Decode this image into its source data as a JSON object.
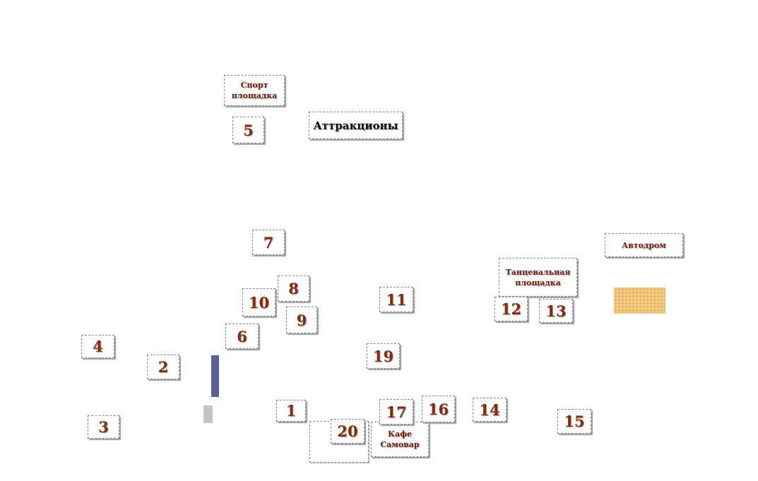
{
  "labels": {
    "sport": "Спорт площадка",
    "attractions": "Аттракционы",
    "autodrome": "Автодром",
    "dance": "Танцевальная площадка",
    "cafe": "Кафе Самовар"
  },
  "markers": {
    "m1": "1",
    "m2": "2",
    "m3": "3",
    "m4": "4",
    "m5": "5",
    "m6": "6",
    "m7": "7",
    "m8": "8",
    "m9": "9",
    "m10": "10",
    "m11": "11",
    "m12": "12",
    "m13": "13",
    "m14": "14",
    "m15": "15",
    "m16": "16",
    "m17": "17",
    "m19": "19",
    "m20": "20"
  },
  "colors": {
    "number_text": "#8b2a0a",
    "blue_bar": "#5a5f9a",
    "gray_bar": "#c4c4c4",
    "autodrome_fill": "#f2c980"
  }
}
